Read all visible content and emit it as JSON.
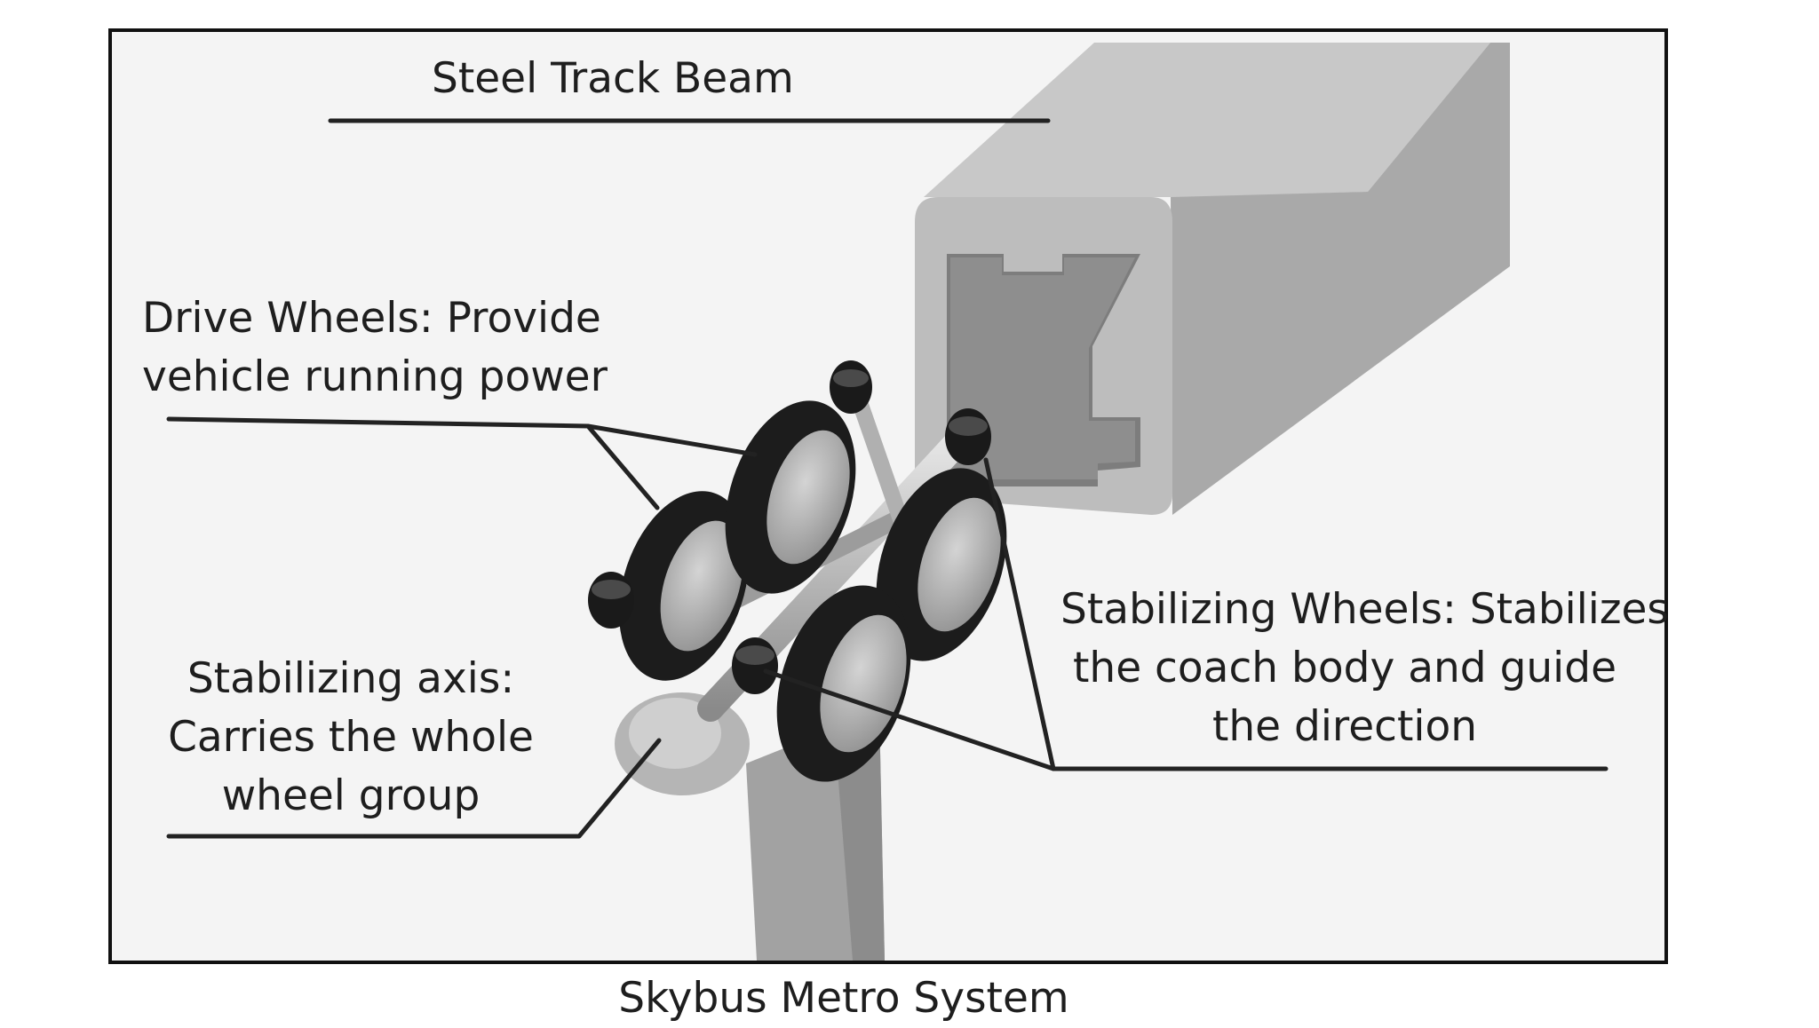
{
  "figure": {
    "caption": "Skybus Metro System"
  },
  "labels": {
    "track_beam": "Steel Track Beam",
    "drive_wheels": [
      "Drive Wheels: Provide",
      "vehicle running power"
    ],
    "stabilizing_wheels": [
      "Stabilizing Wheels: Stabilizes",
      "the coach body and guide",
      "the direction"
    ],
    "stabilizing_axis": [
      "Stabilizing axis:",
      "Carries the whole",
      "wheel group"
    ]
  },
  "colors": {
    "frame": "#111111",
    "leader_line": "#222222",
    "beam_face": "#a6a6a6",
    "beam_top": "#c4c4c4",
    "tire": "#1c1c1c",
    "hub": "#9a9a9a",
    "post": "#9f9f9f"
  }
}
